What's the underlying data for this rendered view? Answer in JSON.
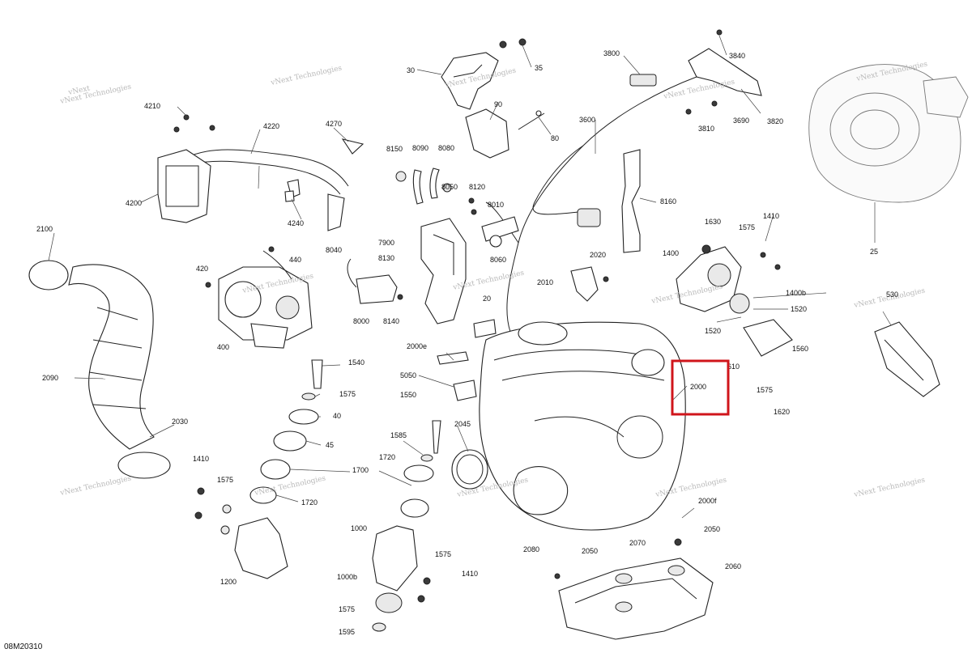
{
  "diagram_ref": "08M20310",
  "watermark": "vNext Technologies",
  "highlight_color": "#d0151b",
  "labels": [
    "30",
    "35",
    "90",
    "80",
    "3800",
    "3840",
    "3600",
    "3810",
    "3690",
    "3820",
    "4210",
    "4220",
    "4270",
    "8150",
    "8090",
    "8080",
    "4200",
    "4240",
    "8050",
    "8120",
    "8010",
    "8160",
    "2100",
    "420",
    "440",
    "8040",
    "7900",
    "8130",
    "8060",
    "1630",
    "1410",
    "1575",
    "1400",
    "1400b",
    "1520",
    "2020",
    "2010",
    "400",
    "8000",
    "8140",
    "20",
    "1520",
    "610",
    "1560",
    "1575",
    "1620",
    "2000e",
    "5050",
    "1540",
    "1575",
    "2090",
    "40",
    "1550",
    "2045",
    "45",
    "2030",
    "1585",
    "1720",
    "1700",
    "1720",
    "1410",
    "1575",
    "1000",
    "1575",
    "1410",
    "1000b",
    "1575",
    "1595",
    "2080",
    "2050",
    "2070",
    "2050",
    "2060",
    "2000f",
    "1200",
    "25",
    "530",
    "2000"
  ],
  "highlighted_label": "2000"
}
